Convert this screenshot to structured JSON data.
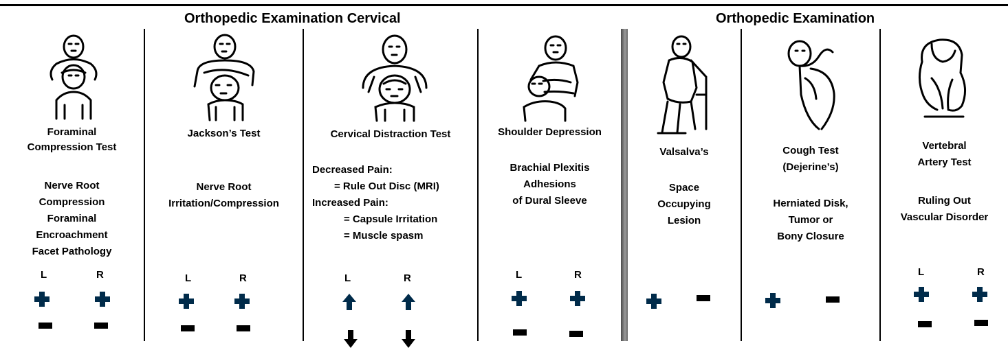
{
  "headers": {
    "left": "Orthopedic Examination Cervical",
    "right": "Orthopedic Examination"
  },
  "icons": {
    "plus": "plus-icon",
    "minus": "minus-icon",
    "up": "arrow-up-icon",
    "down": "arrow-down-icon"
  },
  "colors": {
    "sign": "#002b4a",
    "divider": "#808080"
  },
  "tests": [
    {
      "title": [
        "Foraminal",
        "Compression Test"
      ],
      "findings": [
        "Nerve Root",
        "Compression",
        "Foraminal",
        "Encroachment",
        "Facet Pathology"
      ],
      "left_label": "L",
      "right_label": "R"
    },
    {
      "title": [
        "Jackson’s Test"
      ],
      "findings": [
        "Nerve Root",
        "Irritation/Compression"
      ],
      "left_label": "L",
      "right_label": "R"
    },
    {
      "title": [
        "Cervical Distraction Test"
      ],
      "findings": [
        "Decreased Pain:",
        "= Rule Out Disc (MRI)",
        "Increased Pain:",
        "= Capsule Irritation",
        "= Muscle spasm"
      ],
      "left_label": "L",
      "right_label": "R"
    },
    {
      "title": [
        "Shoulder Depression"
      ],
      "findings": [
        "Brachial Plexitis",
        "Adhesions",
        "of Dural Sleeve"
      ],
      "left_label": "L",
      "right_label": "R"
    },
    {
      "title": [
        "Valsalva’s"
      ],
      "findings": [
        "Space",
        "Occupying",
        "Lesion"
      ]
    },
    {
      "title": [
        "Cough Test",
        "(Dejerine’s)"
      ],
      "findings": [
        "Herniated Disk,",
        "Tumor or",
        "Bony Closure"
      ]
    },
    {
      "title": [
        "Vertebral",
        "Artery Test"
      ],
      "findings": [
        "Ruling Out",
        "Vascular Disorder"
      ],
      "left_label": "L",
      "right_label": "R"
    }
  ]
}
